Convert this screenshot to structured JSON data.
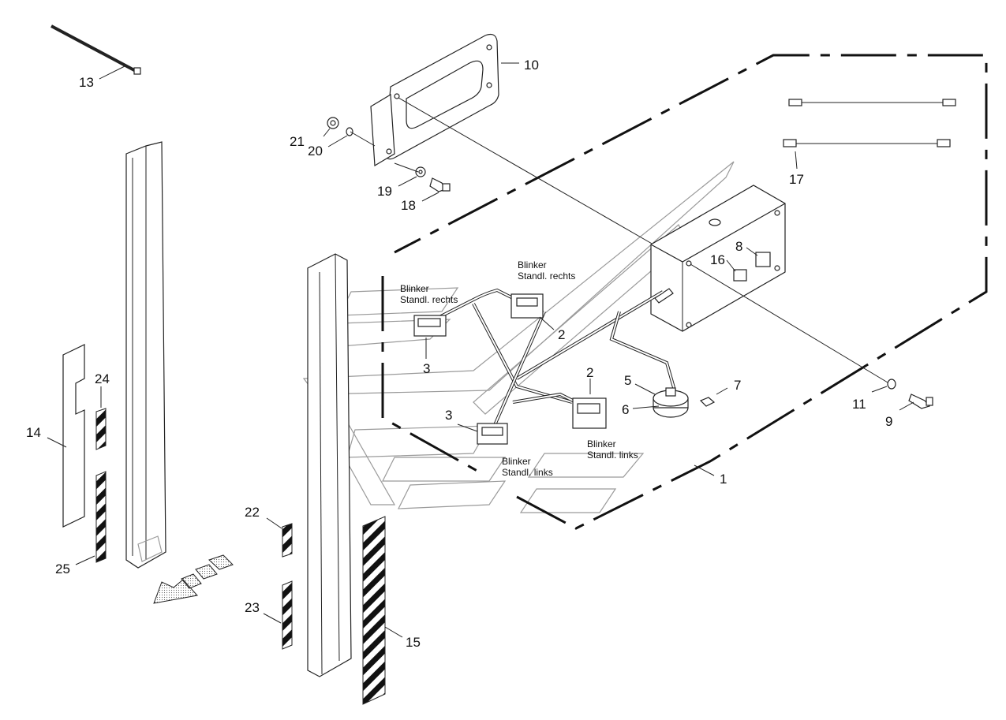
{
  "diagram": {
    "callouts": {
      "n1": "1",
      "n2a": "2",
      "n2b": "2",
      "n3a": "3",
      "n3b": "3",
      "n5": "5",
      "n6": "6",
      "n7": "7",
      "n8": "8",
      "n9": "9",
      "n10": "10",
      "n11": "11",
      "n13": "13",
      "n14": "14",
      "n15": "15",
      "n16": "16",
      "n17": "17",
      "n18": "18",
      "n19": "19",
      "n20": "20",
      "n21": "21",
      "n22": "22",
      "n23": "23",
      "n24": "24",
      "n25": "25"
    },
    "labels": {
      "top_right_1": "Blinker",
      "top_right_2": "Standl. rechts",
      "left_right_1": "Blinker",
      "left_right_2": "Standl. rechts",
      "links_a_1": "Blinker",
      "links_a_2": "Standl. links",
      "links_b_1": "Blinker",
      "links_b_2": "Standl. links"
    }
  }
}
